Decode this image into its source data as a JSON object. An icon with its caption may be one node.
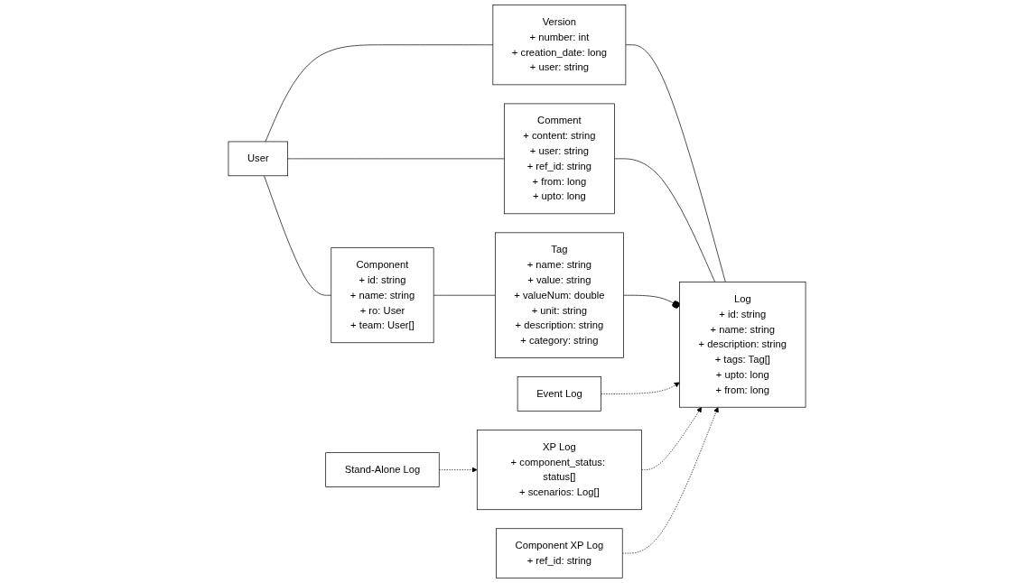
{
  "diagram": {
    "nodes": [
      {
        "text": [
          "Version",
          "+ number: int",
          "+ creation_date: long",
          "+ user: string"
        ]
      },
      {
        "text": [
          "User"
        ]
      },
      {
        "text": [
          "Comment",
          "+ content: string",
          "+ user: string",
          "+ ref_id: string",
          "+ from: long",
          "+ upto: long"
        ]
      },
      {
        "text": [
          "Component",
          "+ id: string",
          "+ name: string",
          "+ ro: User",
          "+ team: User[]"
        ]
      },
      {
        "text": [
          "Log",
          "+ id: string",
          "+ name: string",
          "+ description: string",
          "+ tags: Tag[]",
          "+ upto: long",
          "+ from: long"
        ]
      },
      {
        "text": [
          "Tag",
          "+ name: string",
          "+ value: string",
          "+ valueNum: double",
          "+ unit: string",
          "+ description: string",
          "+ category: string"
        ]
      },
      {
        "text": [
          "Event Log"
        ]
      },
      {
        "text": [
          "XP Log",
          "+ component_status: status[]",
          "+ scenarios: Log[]"
        ]
      },
      {
        "text": [
          "Stand-Alone Log"
        ]
      },
      {
        "text": [
          "Component XP Log",
          "+ ref_id: string"
        ]
      }
    ],
    "edges": [
      {
        "from": 1,
        "to": 0,
        "arrow": "none"
      },
      {
        "from": 1,
        "to": 2,
        "arrow": "none"
      },
      {
        "from": 1,
        "to": 3,
        "arrow": "none"
      },
      {
        "from": 0,
        "to": 4,
        "arrow": "none"
      },
      {
        "from": 2,
        "to": 4,
        "arrow": "none"
      },
      {
        "from": 5,
        "to": 4,
        "arrow": "other"
      },
      {
        "from": 3,
        "to": 5,
        "arrow": "none"
      },
      {
        "from": 6,
        "to": 4,
        "arrow": "to",
        "style": "dashed"
      },
      {
        "from": 7,
        "to": 4,
        "arrow": "to",
        "style": "dashed"
      },
      {
        "from": 9,
        "to": 4,
        "arrow": "to",
        "style": "dashed"
      },
      {
        "from": 8,
        "to": 7,
        "arrow": "to",
        "style": "dashed"
      }
    ]
  }
}
